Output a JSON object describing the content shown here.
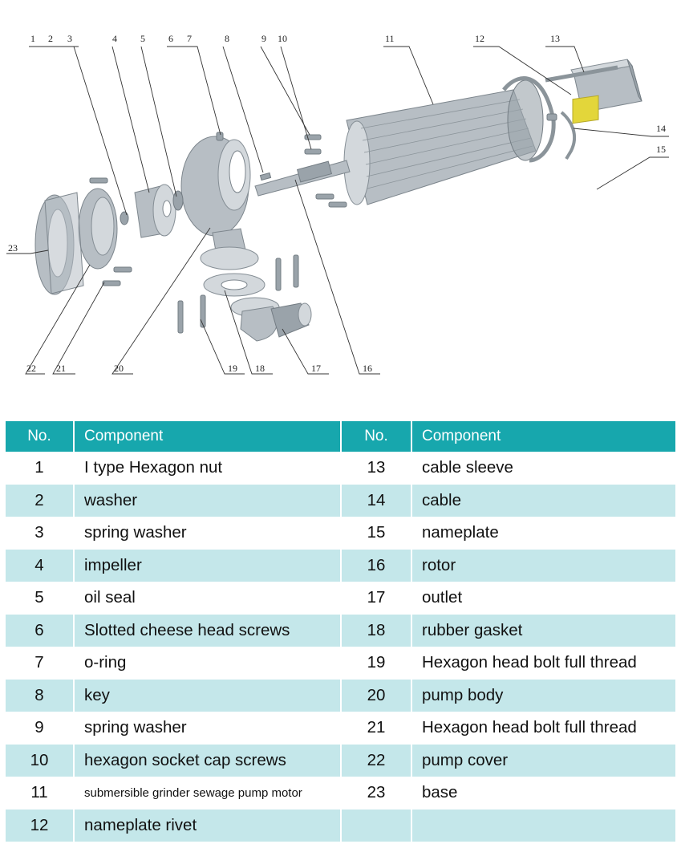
{
  "callouts": [
    "1",
    "2",
    "3",
    "4",
    "5",
    "6",
    "7",
    "8",
    "9",
    "10",
    "11",
    "12",
    "13",
    "14",
    "15",
    "16",
    "17",
    "18",
    "19",
    "20",
    "21",
    "22",
    "23"
  ],
  "table": {
    "headers": {
      "no_left": "No.",
      "component_left": "Component",
      "no_right": "No.",
      "component_right": "Component"
    },
    "rows": [
      {
        "no_l": "1",
        "comp_l": "I type Hexagon nut",
        "no_r": "13",
        "comp_r": "cable sleeve"
      },
      {
        "no_l": "2",
        "comp_l": "washer",
        "no_r": "14",
        "comp_r": "cable"
      },
      {
        "no_l": "3",
        "comp_l": "spring washer",
        "no_r": "15",
        "comp_r": "nameplate"
      },
      {
        "no_l": "4",
        "comp_l": "impeller",
        "no_r": "16",
        "comp_r": "rotor"
      },
      {
        "no_l": "5",
        "comp_l": "oil seal",
        "no_r": "17",
        "comp_r": "outlet"
      },
      {
        "no_l": "6",
        "comp_l": "Slotted cheese head screws",
        "no_r": "18",
        "comp_r": "rubber gasket"
      },
      {
        "no_l": "7",
        "comp_l": "o-ring",
        "no_r": "19",
        "comp_r": "Hexagon head bolt full thread"
      },
      {
        "no_l": "8",
        "comp_l": "key",
        "no_r": "20",
        "comp_r": "pump body"
      },
      {
        "no_l": "9",
        "comp_l": "spring washer",
        "no_r": "21",
        "comp_r": "Hexagon head bolt full thread"
      },
      {
        "no_l": "10",
        "comp_l": "hexagon socket cap screws",
        "no_r": "22",
        "comp_r": "pump cover"
      },
      {
        "no_l": "11",
        "comp_l": "submersible grinder sewage pump motor",
        "no_r": "23",
        "comp_r": "base"
      },
      {
        "no_l": "12",
        "comp_l": "nameplate rivet",
        "no_r": "",
        "comp_r": ""
      }
    ]
  },
  "colors": {
    "header_bg": "#17a7ad",
    "row_shade": "#c4e7ea",
    "part_gray": "#b7bec4",
    "nameplate": "#e3d63a"
  }
}
